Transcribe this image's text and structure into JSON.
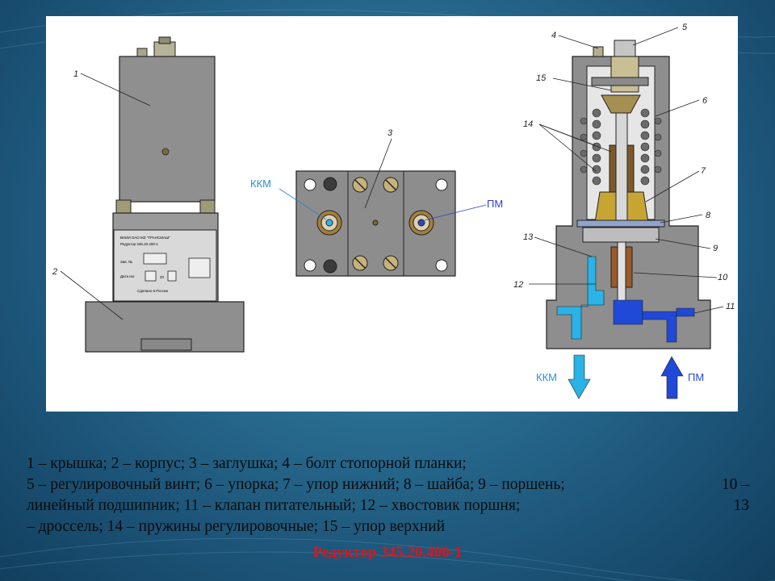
{
  "figure": {
    "labels": {
      "n1": "1",
      "n2": "2",
      "n3": "3",
      "n4": "4",
      "n5": "5",
      "n6": "6",
      "n7": "7",
      "n8": "8",
      "n9": "9",
      "n10": "10",
      "n11": "11",
      "n12": "12",
      "n13": "13",
      "n14": "14",
      "n15": "15"
    },
    "ports": {
      "kkm": "ККМ",
      "pm": "ПМ"
    },
    "nameplate": {
      "maker": "ВНИИ ОАО МЗ \"ТРАНСМАШ\"",
      "model": "Редуктор 345.20.400-1",
      "serial_label": "Зав. №",
      "date_label": "Дата изг.",
      "year_prefix": "20",
      "origin": "Сделано в России"
    },
    "colors": {
      "air_supply": "#1f49d6",
      "air_output": "#29b3e6",
      "brass": "#c7a533",
      "steel": "#8a8a8a"
    }
  },
  "caption": {
    "line1": [
      "1 – крышка; 2 – корпус; 3 – заглушка; 4 – болт стопорной планки;"
    ],
    "line2": [
      "5 – регулировочный винт; 6 – упорка; 7 – упор нижний; 8 – шайба; 9 – поршень;",
      "10 –"
    ],
    "line3": [
      "линейный подшипник; 11 – клапан питательный; 12 – хвостовик поршня;",
      "13"
    ],
    "line4": [
      "– дроссель; 14 – пружины регулировочные; 15 – упор верхний"
    ]
  },
  "title": "Редуктор 345.20.400-1"
}
